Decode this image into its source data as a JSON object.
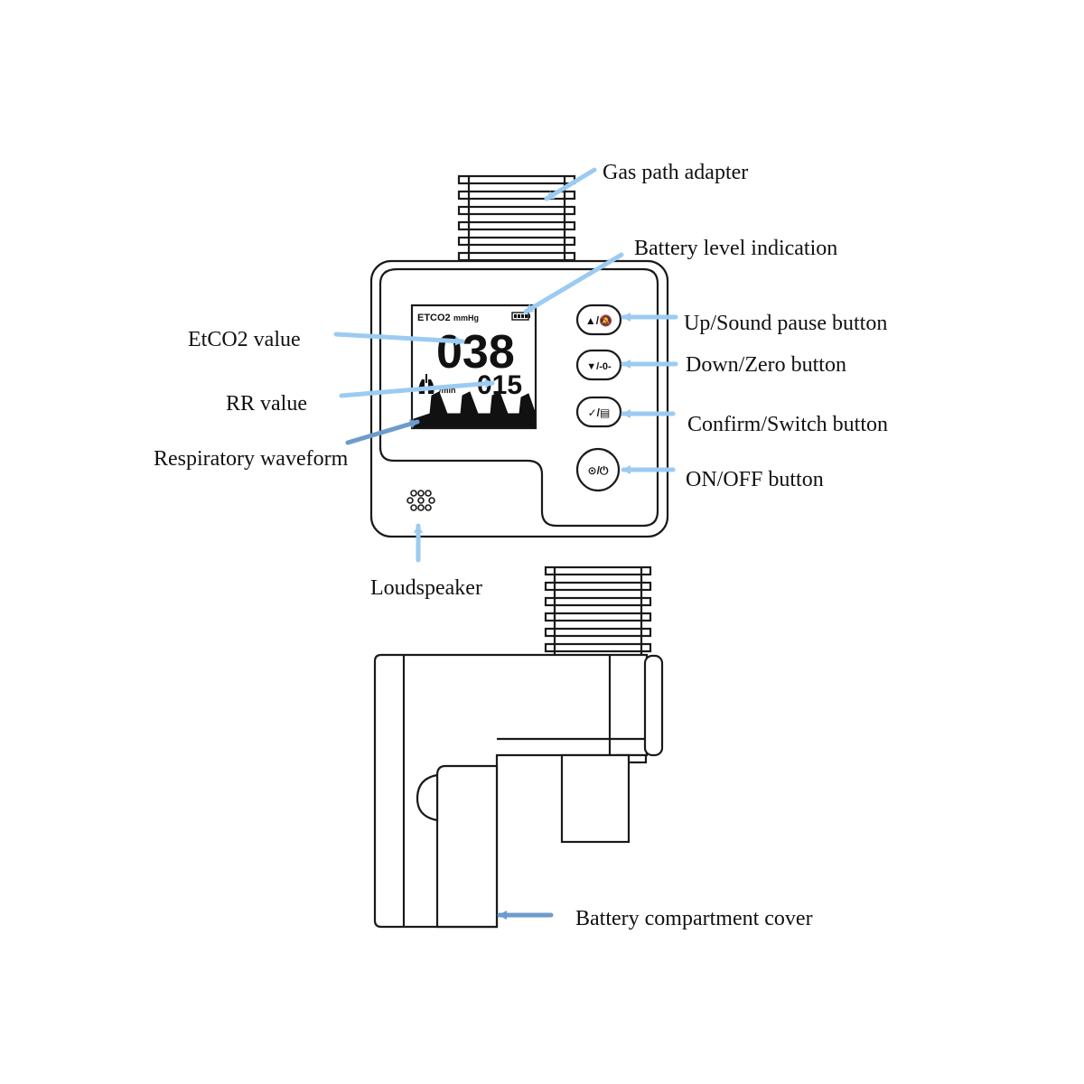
{
  "labels": {
    "gas_path_adapter": "Gas path adapter",
    "battery_level": "Battery level indication",
    "up_sound_pause": "Up/Sound pause button",
    "down_zero": "Down/Zero button",
    "confirm_switch": "Confirm/Switch button",
    "on_off": "ON/OFF button",
    "etco2_value": "EtCO2 value",
    "rr_value": "RR value",
    "respiratory_waveform": "Respiratory waveform",
    "loudspeaker": "Loudspeaker",
    "battery_cover": "Battery compartment cover"
  },
  "screen": {
    "title": "ETCO2",
    "unit": "mmHg",
    "etco2_reading": "038",
    "rr_reading": "015",
    "rr_unit": "/min"
  },
  "buttons": {
    "up_glyph": "▲/🔕",
    "down_glyph": "▼/-0-",
    "confirm_glyph": "✓/▤",
    "power_glyph": "⊙/⏻"
  },
  "colors": {
    "arrow_light": "#9ccbf2",
    "arrow_dark": "#6d9ccc",
    "outline": "#1a1a1a"
  }
}
